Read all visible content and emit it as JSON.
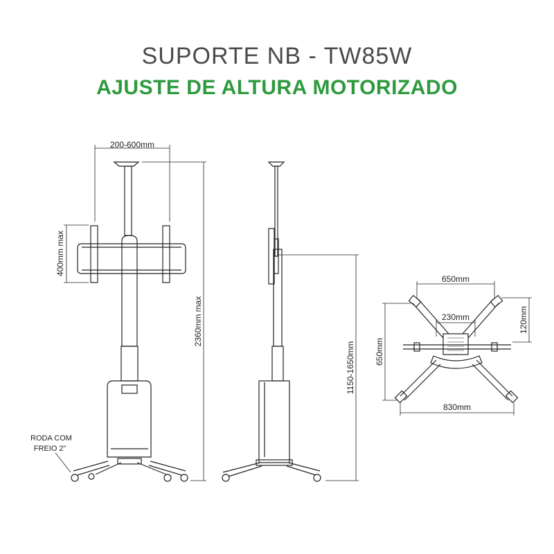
{
  "title": "SUPORTE NB - TW85W",
  "subtitle": "AJUSTE DE ALTURA MOTORIZADO",
  "colors": {
    "title": "#4a4a4a",
    "subtitle": "#2e9a3e",
    "line": "#222222"
  },
  "front_view": {
    "dim_top": "200-600mm",
    "dim_left": "400mm max",
    "dim_right": "2360mm max",
    "wheel_label_line1": "RODA COM",
    "wheel_label_line2": "FREIO 2”"
  },
  "side_view": {
    "dim_right": "1150-1650mm"
  },
  "top_view": {
    "dim_top": "650mm",
    "dim_inner": "230mm",
    "dim_right": "120mm",
    "dim_left": "650mm",
    "dim_bottom": "830mm"
  }
}
